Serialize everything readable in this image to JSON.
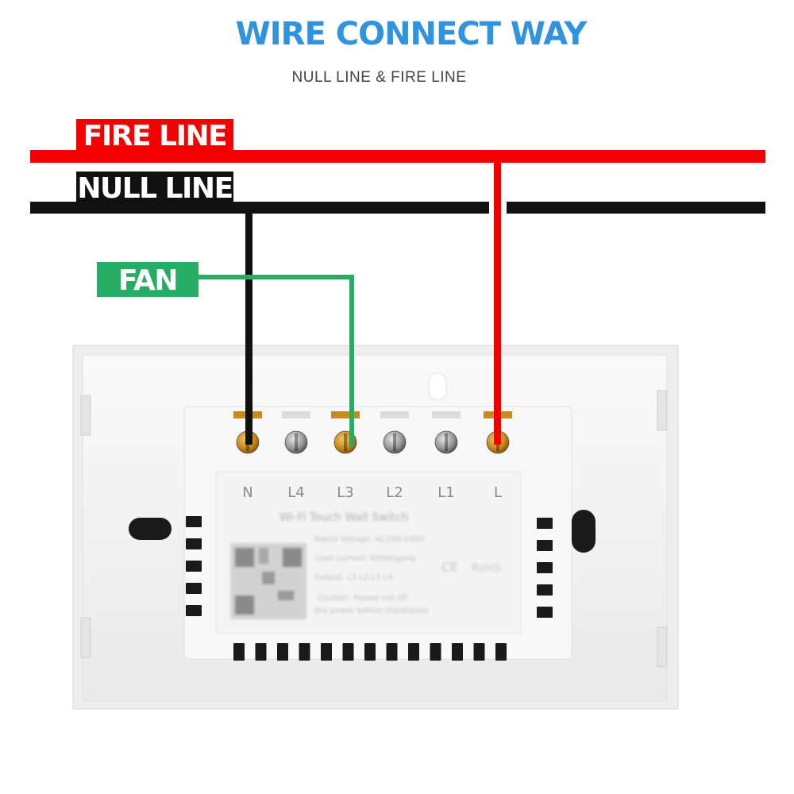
{
  "header": {
    "title": "WIRE CONNECT WAY",
    "subtitle": "NULL LINE & FIRE LINE"
  },
  "lines": {
    "fire": {
      "label": "FIRE LINE",
      "color": "#f40000"
    },
    "null": {
      "label": "NULL LINE",
      "color": "#111111"
    },
    "fan": {
      "label": "FAN",
      "color": "#27ad63"
    }
  },
  "colors": {
    "title": "#2f93e0",
    "subtitle": "#444444",
    "device_body": "#f3f3f3",
    "screw_gold": "#c98a1c",
    "screw_silver": "#9a9a9a"
  },
  "device": {
    "terminals": [
      "N",
      "L4",
      "L3",
      "L2",
      "L1",
      "L"
    ],
    "label_title": "Wi-Fi Touch Wall Switch",
    "label_lines": [
      "Rated Voltage: AC100-240V",
      "Load current: 600W/gang",
      "Output: L1 L2 L3 L4",
      "Caution: Please cut off",
      "the power before installation"
    ]
  }
}
